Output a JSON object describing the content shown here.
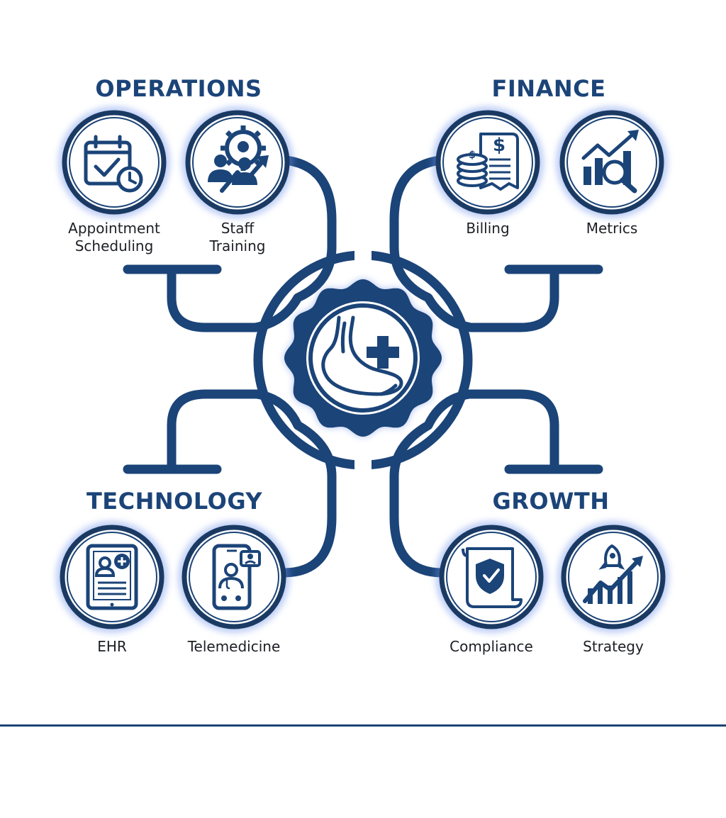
{
  "palette": {
    "navy": "#1b4478",
    "dark": "#1a3a63",
    "glow": "#6b8fe8",
    "text": "#1c1f24"
  },
  "center": {
    "name": "foot-with-plus-icon"
  },
  "sections": [
    {
      "id": "operations",
      "title": "OPERATIONS",
      "items": [
        {
          "icon": "calendar-clock-icon",
          "label": [
            "Appointment",
            "Scheduling"
          ]
        },
        {
          "icon": "team-gear-growth-icon",
          "label": [
            "Staff",
            "Training"
          ]
        }
      ]
    },
    {
      "id": "finance",
      "title": "FINANCE",
      "items": [
        {
          "icon": "coins-invoice-icon",
          "label": [
            "Billing"
          ]
        },
        {
          "icon": "bar-chart-magnifier-icon",
          "label": [
            "Metrics"
          ]
        }
      ]
    },
    {
      "id": "technology",
      "title": "TECHNOLOGY",
      "items": [
        {
          "icon": "tablet-patient-record-icon",
          "label": [
            "EHR"
          ]
        },
        {
          "icon": "phone-doctor-video-icon",
          "label": [
            "Telemedicine"
          ]
        }
      ]
    },
    {
      "id": "growth",
      "title": "GROWTH",
      "items": [
        {
          "icon": "document-shield-icon",
          "label": [
            "Compliance"
          ]
        },
        {
          "icon": "rocket-growth-chart-icon",
          "label": [
            "Strategy"
          ]
        }
      ]
    }
  ]
}
